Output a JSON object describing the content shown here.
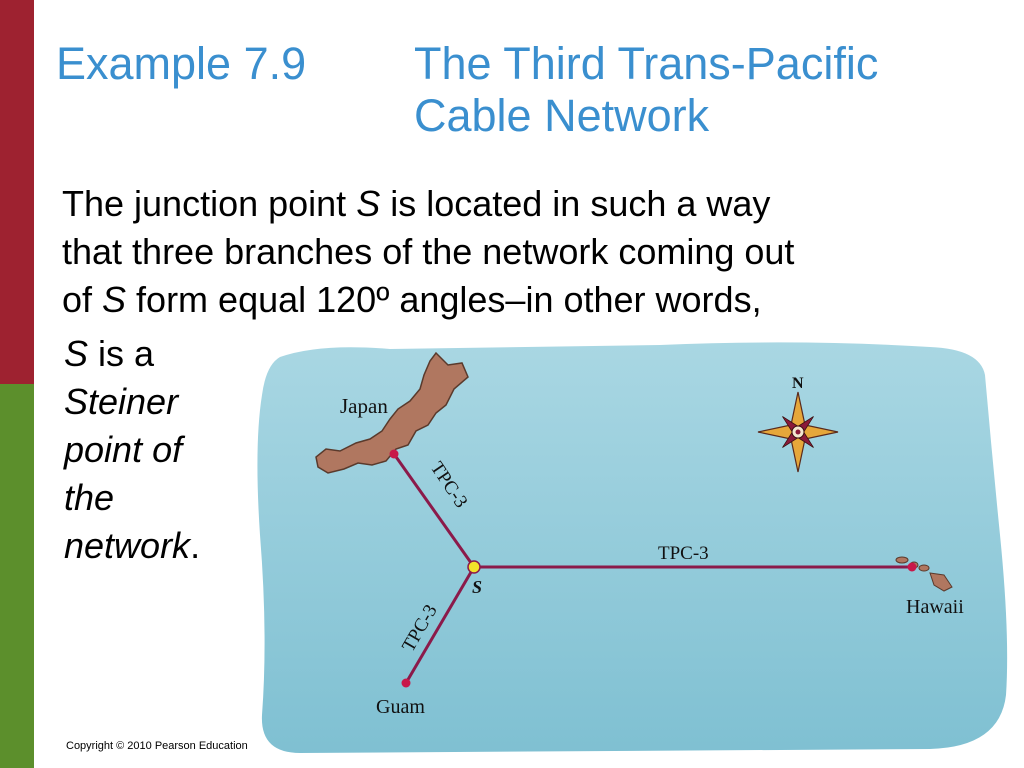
{
  "colors": {
    "accent_title": "#3A8FCF",
    "side_bar_top": "#9E2230",
    "side_bar_bottom": "#5C8F2C",
    "ocean": "#8FC8D8",
    "cable": "#8B1A4A",
    "land": "#B07760"
  },
  "title": {
    "number": "Example 7.9",
    "line1": "The Third Trans-Pacific",
    "line2": "Cable Network"
  },
  "body": {
    "line1_a": "The junction point ",
    "line1_s": "S",
    "line1_b": " is located in such a way",
    "line2": "that three branches of the network coming out",
    "line3_a": "of ",
    "line3_s": "S",
    "line3_b": " form equal 120º angles–in other words,"
  },
  "side": {
    "s": "S",
    "is_a": " is a",
    "steiner": "Steiner",
    "point_of": "point of",
    "the": "the",
    "network": "network",
    "period": "."
  },
  "map": {
    "north": "N",
    "labels": {
      "japan": "Japan",
      "hawaii": "Hawaii",
      "guam": "Guam",
      "junction": "S",
      "cable_japan": "TPC-3",
      "cable_hawaii": "TPC-3",
      "cable_guam": "TPC-3"
    },
    "icons": {
      "compass": "compass-rose-icon"
    }
  },
  "footer": {
    "copyright": "Copyright © 2010 Pearson Education"
  }
}
